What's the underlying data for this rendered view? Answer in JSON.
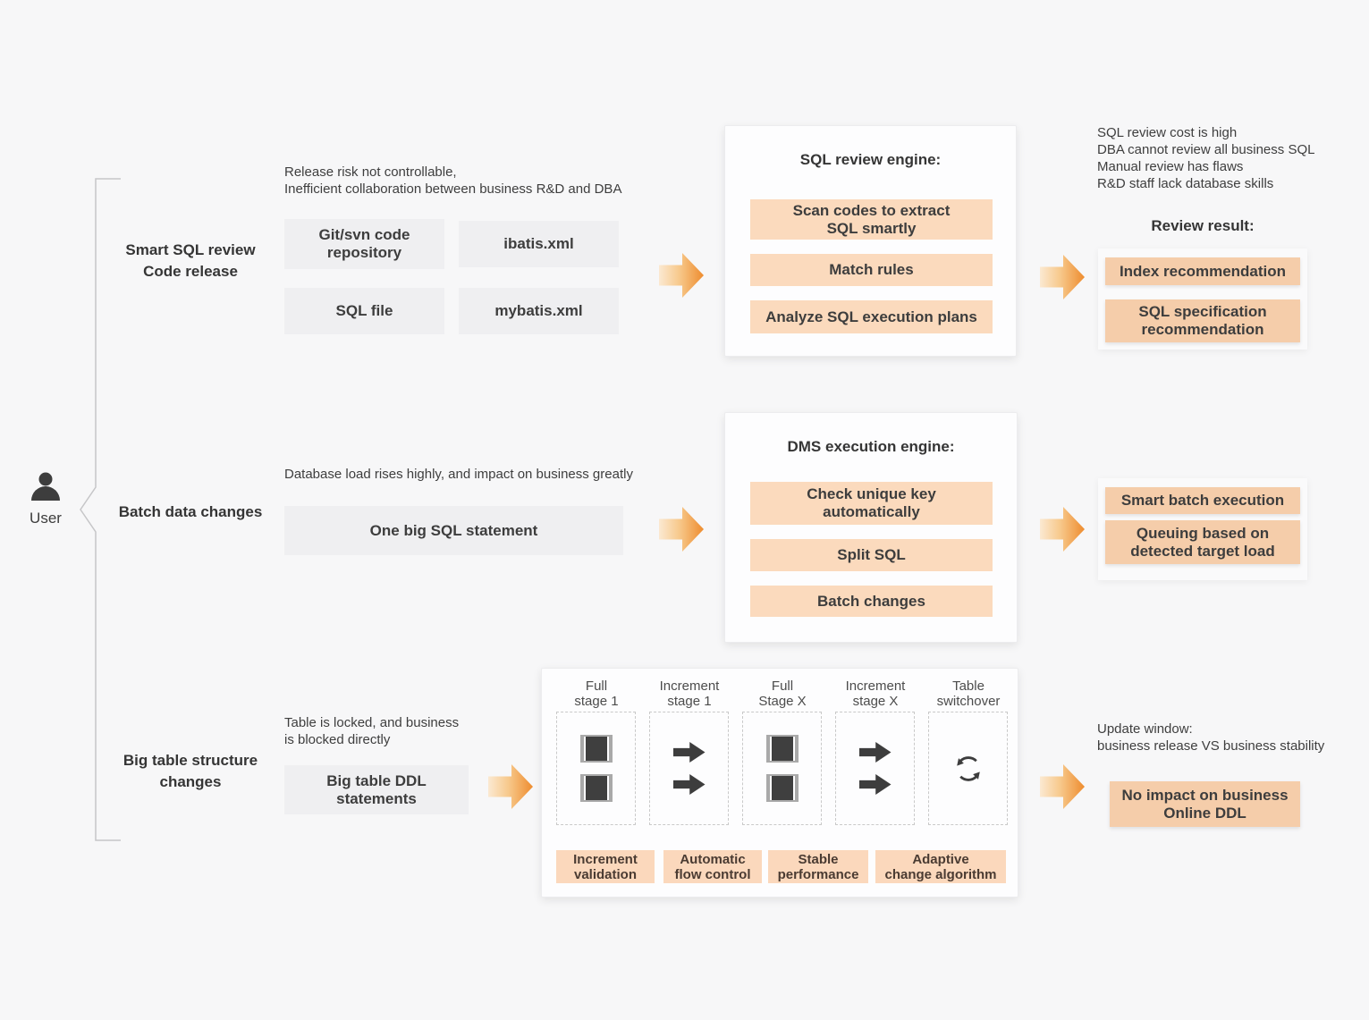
{
  "colors": {
    "background": "#f7f7f8",
    "accent_orange": "#ee8c2e",
    "engine_box_orange": "#fbdabd",
    "result_box_orange": "#f5cdaa",
    "input_box_gray": "#efeff1",
    "icon_dark": "#3d3d3d"
  },
  "user": {
    "label": "User"
  },
  "rows": {
    "sql_review": {
      "label": {
        "l1": "Smart SQL review",
        "l2": "Code release"
      },
      "problem": {
        "l1": "Release risk not controllable,",
        "l2": "Inefficient collaboration between business R&D and DBA"
      },
      "inputs": {
        "git": {
          "l1": "Git/svn code",
          "l2": "repository"
        },
        "ibatis": {
          "l1": "ibatis.xml"
        },
        "sqlfile": {
          "l1": "SQL file"
        },
        "mybatis": {
          "l1": "mybatis.xml"
        }
      },
      "engine": {
        "title": "SQL review engine:",
        "steps": [
          {
            "l1": "Scan codes to extract",
            "l2": "SQL smartly"
          },
          {
            "l1": "Match rules"
          },
          {
            "l1": "Analyze SQL execution plans"
          }
        ]
      },
      "pains": {
        "l1": "SQL review cost is high",
        "l2": "DBA cannot review all business SQL",
        "l3": "Manual review has flaws",
        "l4": "R&D staff lack database skills"
      },
      "result_title": "Review result:",
      "results": [
        {
          "l1": "Index recommendation"
        },
        {
          "l1": "SQL specification",
          "l2": "recommendation"
        }
      ]
    },
    "batch_data": {
      "label": "Batch data changes",
      "problem": "Database load rises highly, and impact on business greatly",
      "input": "One big SQL statement",
      "engine": {
        "title": "DMS execution engine:",
        "steps": [
          {
            "l1": "Check unique key",
            "l2": "automatically"
          },
          {
            "l1": "Split SQL"
          },
          {
            "l1": "Batch changes"
          }
        ]
      },
      "results": [
        {
          "l1": "Smart batch execution"
        },
        {
          "l1": "Queuing based on",
          "l2": "detected target load"
        }
      ]
    },
    "big_table": {
      "label": {
        "l1": "Big table structure",
        "l2": "changes"
      },
      "problem": {
        "l1": "Table is locked, and business",
        "l2": "is blocked directly"
      },
      "input": {
        "l1": "Big table DDL",
        "l2": "statements"
      },
      "pipeline": {
        "stages": [
          {
            "l1": "Full",
            "l2": "stage 1",
            "icon": "table-icon"
          },
          {
            "l1": "Increment",
            "l2": "stage 1",
            "icon": "arrow-icon"
          },
          {
            "l1": "Full",
            "l2": "Stage X",
            "icon": "table-icon"
          },
          {
            "l1": "Increment",
            "l2": "stage X",
            "icon": "arrow-icon"
          },
          {
            "l1": "Table",
            "l2": "switchover",
            "icon": "sync-icon"
          }
        ],
        "features": [
          {
            "l1": "Increment",
            "l2": "validation"
          },
          {
            "l1": "Automatic",
            "l2": "flow control"
          },
          {
            "l1": "Stable",
            "l2": "performance"
          },
          {
            "l1": "Adaptive",
            "l2": "change algorithm"
          }
        ]
      },
      "update_window": {
        "l1": "Update window:",
        "l2": "business release VS business stability"
      },
      "result": {
        "l1": "No impact on business",
        "l2": "Online DDL"
      }
    }
  }
}
